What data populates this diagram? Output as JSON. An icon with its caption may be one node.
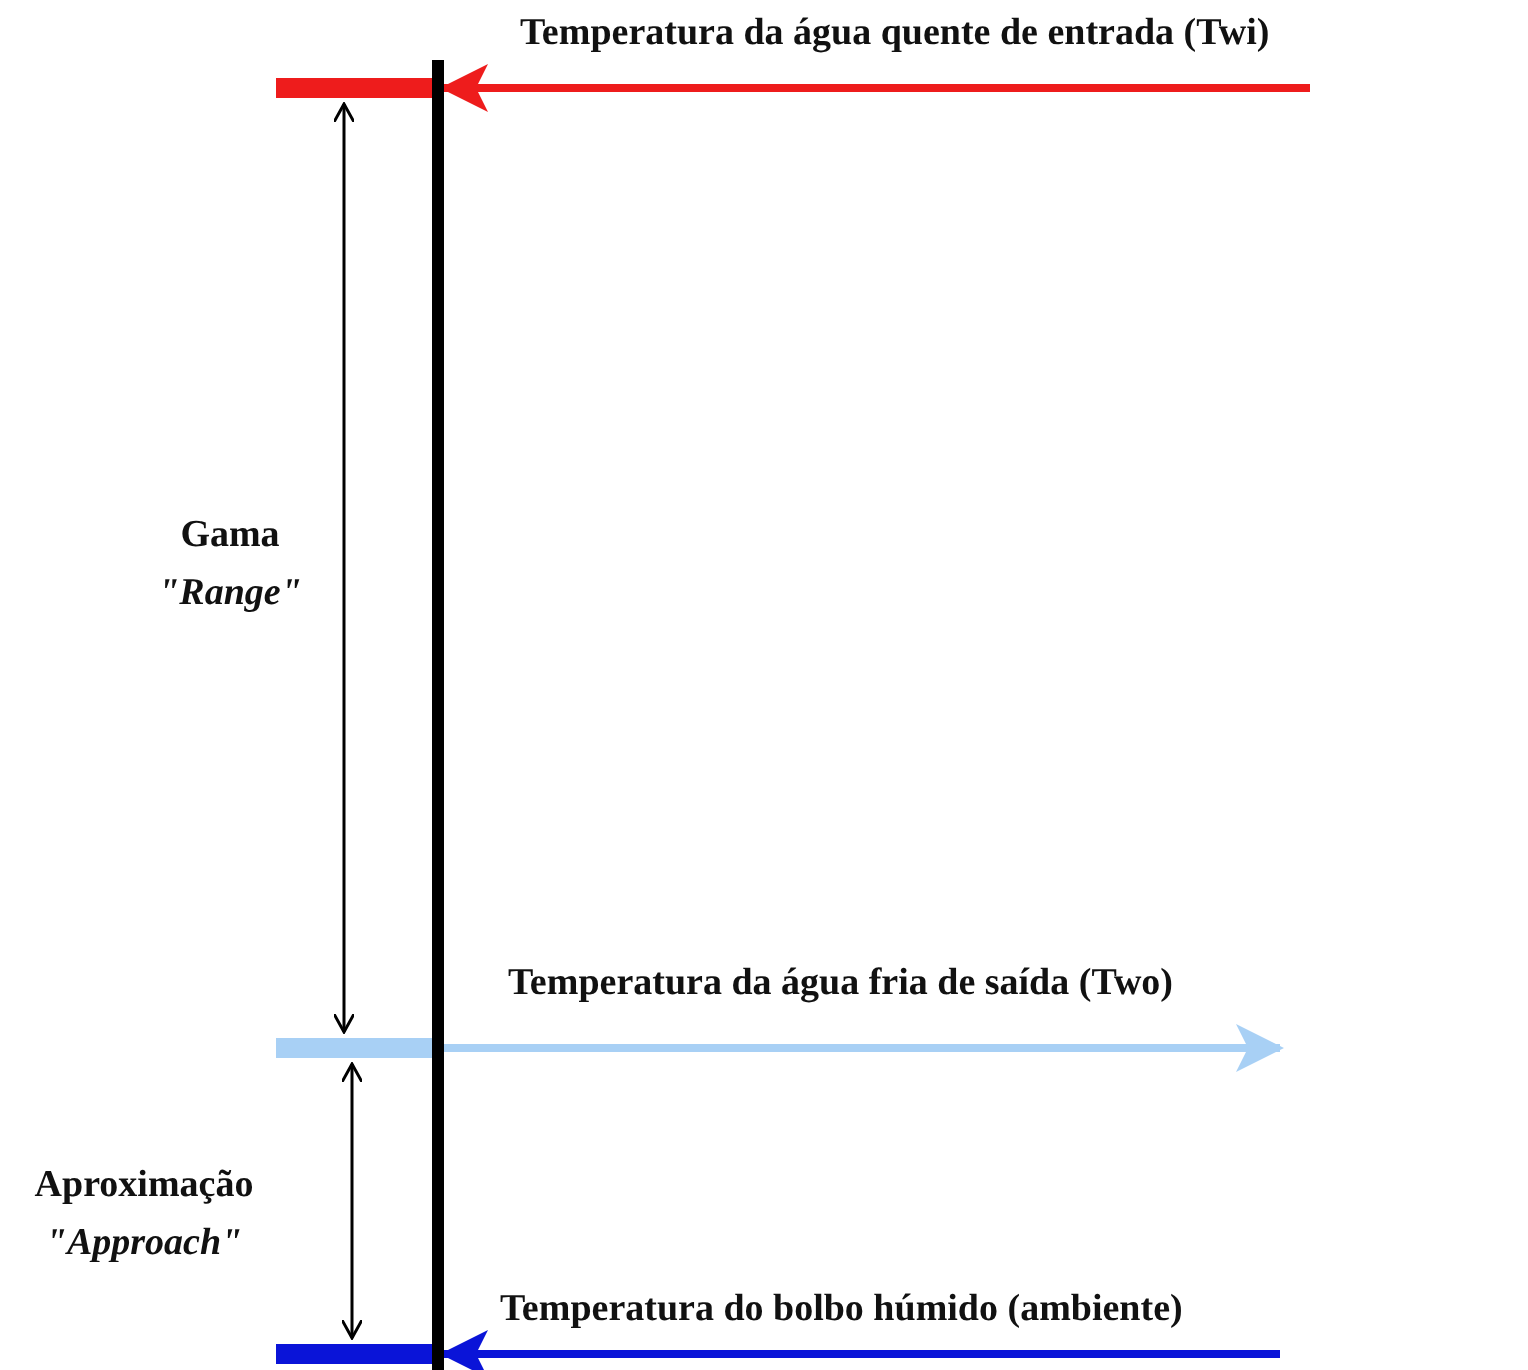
{
  "diagram": {
    "nodes": [
      {
        "text": [],
        "shape": "bar"
      },
      {
        "text": [],
        "shape": "bar"
      },
      {
        "text": [],
        "shape": "bar"
      },
      {
        "text": [],
        "shape": "bar"
      }
    ],
    "edges": [
      {
        "from": null,
        "to": 0,
        "arrow": "to",
        "label": "Temperatura da água quente de entrada (Twi)",
        "color": "#ee1c1c"
      },
      {
        "from": 0,
        "to": null,
        "arrow": "to",
        "label": "Temperatura da água fria de saída (Two)",
        "color": "#a8d0f5"
      },
      {
        "from": null,
        "to": 0,
        "arrow": "to",
        "label": "Temperatura do bolbo húmido (ambiente)",
        "color": "#0a14d8"
      },
      {
        "from": 1,
        "to": 2,
        "arrow": "both",
        "color": "#000000"
      },
      {
        "from": 2,
        "to": 3,
        "arrow": "both",
        "color": "#000000"
      }
    ],
    "labels": [
      "Gama",
      "\"Range\"",
      "Aproximação",
      "\"Approach\""
    ]
  }
}
